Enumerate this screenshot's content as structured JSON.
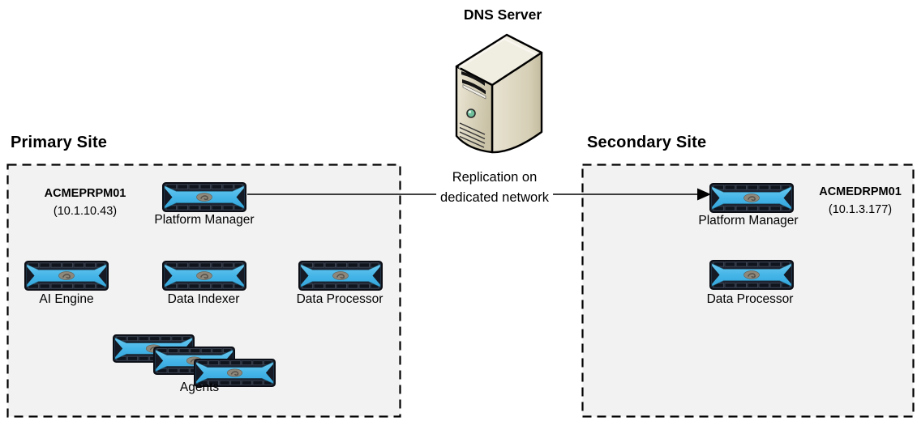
{
  "dns": {
    "label": "DNS Server"
  },
  "arrow": {
    "label_line1": "Replication on",
    "label_line2": "dedicated network"
  },
  "primary": {
    "title": "Primary Site",
    "host_name": "ACMEPRPM01",
    "host_ip": "(10.1.10.43)",
    "platform_manager_label": "Platform Manager",
    "ai_engine_label": "AI Engine",
    "data_indexer_label": "Data Indexer",
    "data_processor_label": "Data Processor",
    "agents_label": "Agents"
  },
  "secondary": {
    "title": "Secondary Site",
    "host_name": "ACMEDRPM01",
    "host_ip": "(10.1.3.177)",
    "platform_manager_label": "Platform Manager",
    "data_processor_label": "Data Processor"
  },
  "icons": {
    "dns_server": "tower-server-icon",
    "appliance": "appliance-icon"
  },
  "colors": {
    "appliance_blue": "#45b5e8",
    "appliance_dark": "#1d2330",
    "site_box_bg": "#f2f2f2",
    "site_box_border": "#000000",
    "server_beige": "#d9d3bd",
    "arrow": "#000000"
  }
}
